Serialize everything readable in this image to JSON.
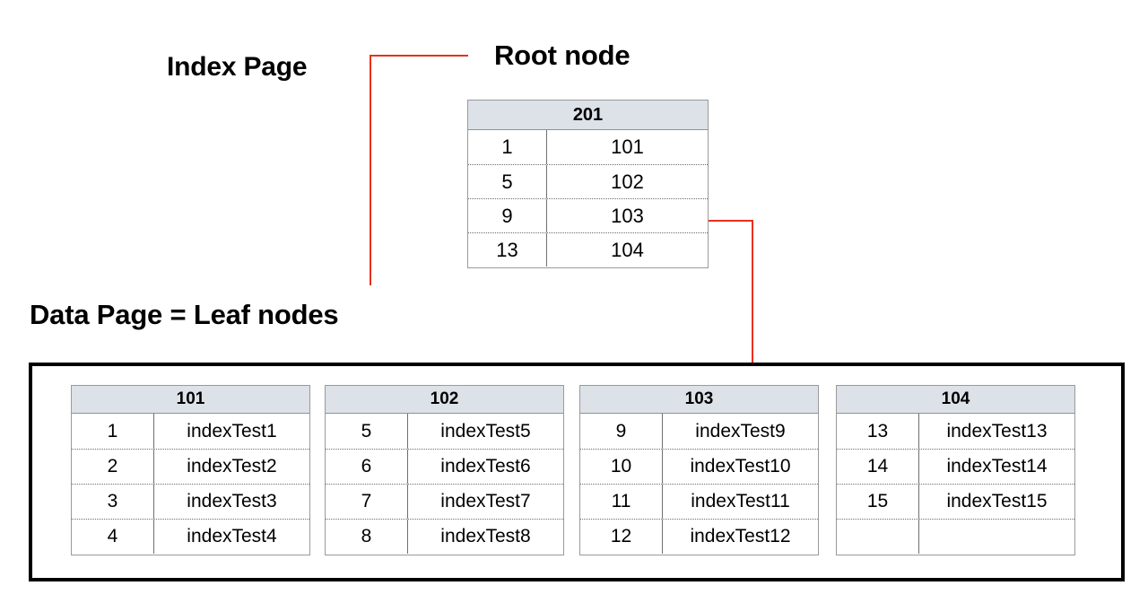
{
  "labels": {
    "index_page": "Index Page",
    "root_node": "Root node",
    "data_page": "Data Page = Leaf nodes"
  },
  "colors": {
    "connector": "#e8301c",
    "node_header_bg": "#dce2e7",
    "node_border": "#9a9a9a",
    "frame_border": "#000000",
    "text": "#000000"
  },
  "root_node": {
    "page_id": "201",
    "rows": [
      {
        "key": "1",
        "value": "101"
      },
      {
        "key": "5",
        "value": "102"
      },
      {
        "key": "9",
        "value": "103"
      },
      {
        "key": "13",
        "value": "104"
      }
    ]
  },
  "leaf_nodes": [
    {
      "page_id": "101",
      "rows": [
        {
          "key": "1",
          "value": "indexTest1"
        },
        {
          "key": "2",
          "value": "indexTest2"
        },
        {
          "key": "3",
          "value": "indexTest3"
        },
        {
          "key": "4",
          "value": "indexTest4"
        }
      ]
    },
    {
      "page_id": "102",
      "rows": [
        {
          "key": "5",
          "value": "indexTest5"
        },
        {
          "key": "6",
          "value": "indexTest6"
        },
        {
          "key": "7",
          "value": "indexTest7"
        },
        {
          "key": "8",
          "value": "indexTest8"
        }
      ]
    },
    {
      "page_id": "103",
      "rows": [
        {
          "key": "9",
          "value": "indexTest9"
        },
        {
          "key": "10",
          "value": "indexTest10"
        },
        {
          "key": "11",
          "value": "indexTest11"
        },
        {
          "key": "12",
          "value": "indexTest12"
        }
      ]
    },
    {
      "page_id": "104",
      "rows": [
        {
          "key": "13",
          "value": "indexTest13"
        },
        {
          "key": "14",
          "value": "indexTest14"
        },
        {
          "key": "15",
          "value": "indexTest15"
        },
        {
          "key": "",
          "value": ""
        }
      ]
    }
  ],
  "connectors": [
    {
      "name": "index-page-leader",
      "from": "index-page-label",
      "to": "root-node-table",
      "style": "elbow-line"
    },
    {
      "name": "root-to-leaf-103-arrow",
      "from": "root-node-row-103",
      "to": "leaf-node-103",
      "style": "elbow-arrow"
    }
  ]
}
